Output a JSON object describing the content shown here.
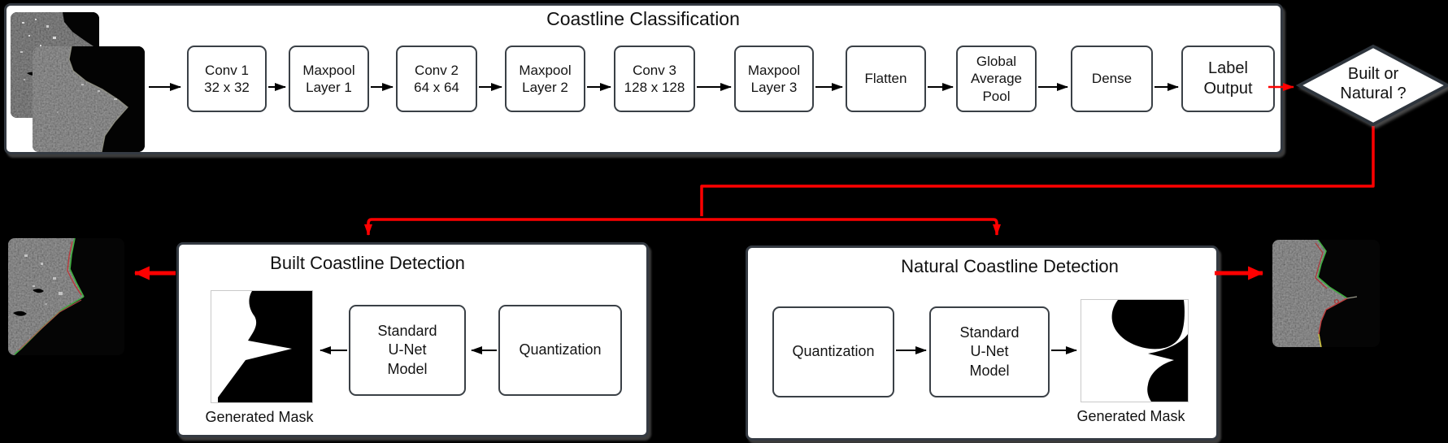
{
  "colors": {
    "background": "#000000",
    "accent_red": "#ff0000",
    "box_border": "#3a4046",
    "box_fill": "#ffffff"
  },
  "classification": {
    "title": "Coastline Classification",
    "stages": [
      {
        "label": "Conv 1\n32 x 32"
      },
      {
        "label": "Maxpool\nLayer 1"
      },
      {
        "label": "Conv 2\n64 x 64"
      },
      {
        "label": "Maxpool\nLayer 2"
      },
      {
        "label": "Conv 3\n128 x 128"
      },
      {
        "label": "Maxpool\nLayer 3"
      },
      {
        "label": "Flatten"
      },
      {
        "label": "Global\nAverage\nPool"
      },
      {
        "label": "Dense"
      },
      {
        "label": "Label\nOutput"
      }
    ],
    "decision_label": "Built or\nNatural ?"
  },
  "built_branch": {
    "title": "Built Coastline Detection",
    "unet_label": "Standard\nU-Net\nModel",
    "quantization_label": "Quantization",
    "mask_caption": "Generated Mask"
  },
  "natural_branch": {
    "title": "Natural Coastline Detection",
    "quantization_label": "Quantization",
    "unet_label": "Standard\nU-Net\nModel",
    "mask_caption": "Generated Mask"
  },
  "images": {
    "input_pair": "sar-input-image-stack",
    "built_output": "sar-built-coastline-result-image",
    "natural_output": "sar-natural-coastline-result-image",
    "built_mask": "built-generated-mask-image",
    "natural_mask": "natural-generated-mask-image"
  }
}
